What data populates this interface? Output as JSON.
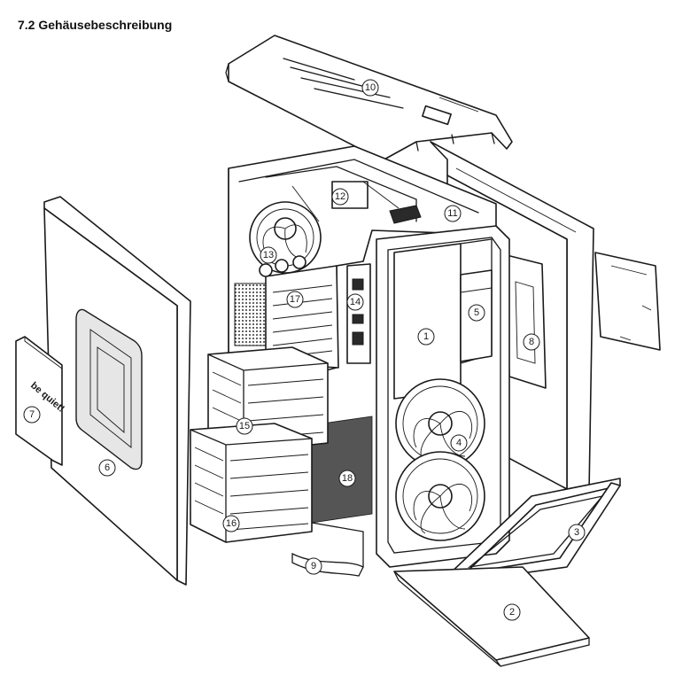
{
  "page": {
    "heading": "7.2 Gehäusebeschreibung"
  },
  "diagram": {
    "callouts": [
      "1",
      "2",
      "3",
      "4",
      "5",
      "6",
      "7",
      "8",
      "9",
      "10",
      "11",
      "12",
      "13",
      "14",
      "15",
      "16",
      "17",
      "18"
    ],
    "logo_text": "be quiet!",
    "colors": {
      "line": "#1a1a1a",
      "fill": "#ffffff",
      "shade": "#e6e6e6"
    }
  }
}
